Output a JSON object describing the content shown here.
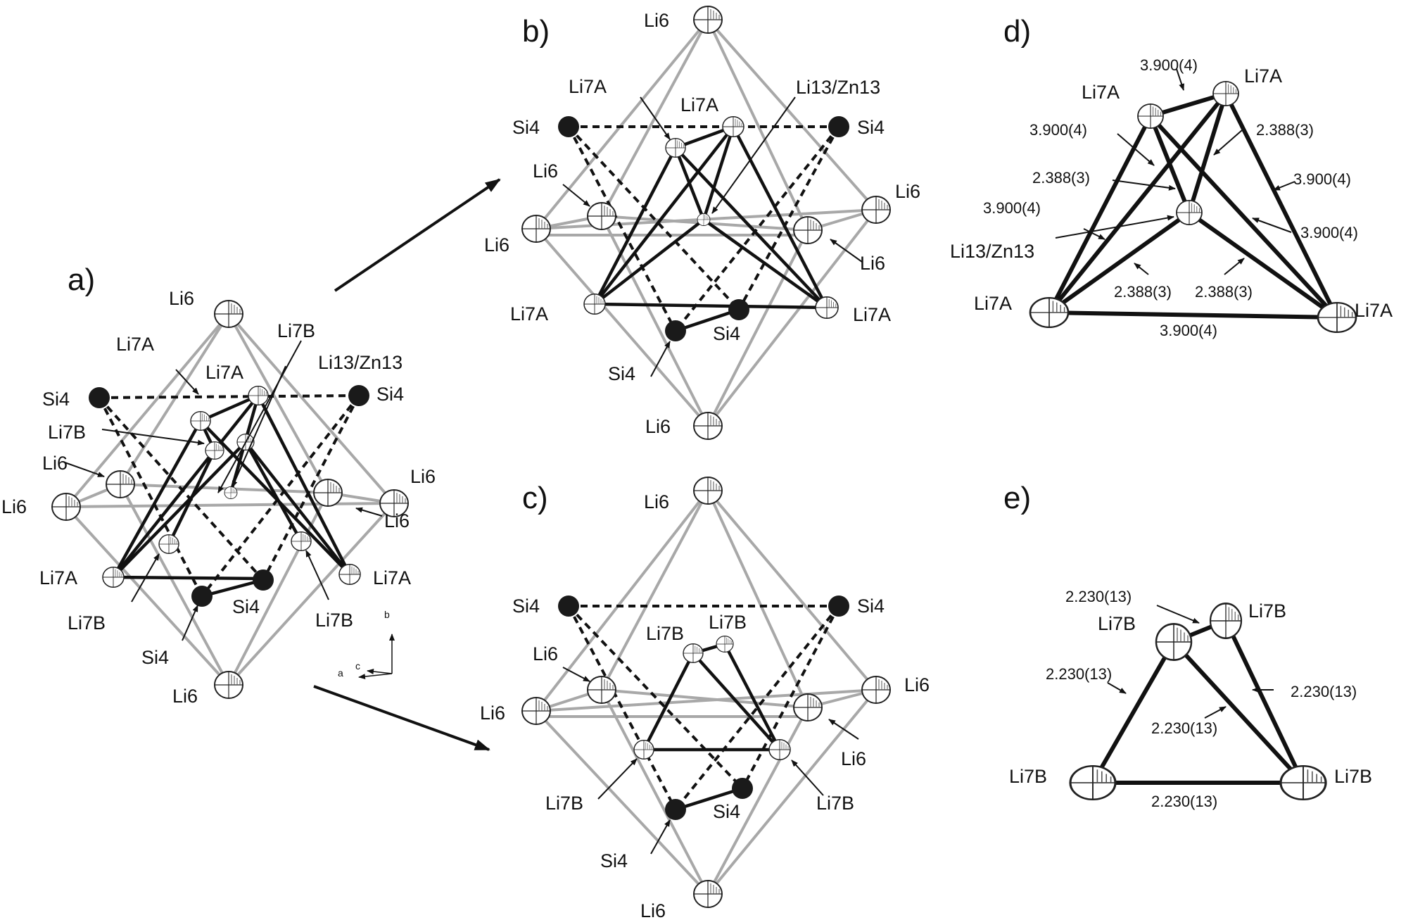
{
  "colors": {
    "grey_bond": "#a8a8a8",
    "black_bond": "#111111",
    "si_atom": "#1a1a1a",
    "ellipsoid_fill": "#ffffff"
  },
  "panels": {
    "a": {
      "label": "a)",
      "atoms": {
        "li6_top": "Li6",
        "li7a_ptr": "Li7A",
        "li7b_top": "Li7B",
        "li7a_mid": "Li7A",
        "li13": "Li13/Zn13",
        "si4_left": "Si4",
        "si4_right": "Si4",
        "li7b_left": "Li7B",
        "li6_ptr": "Li6",
        "li6_left": "Li6",
        "li6_right": "Li6",
        "li6_right2": "Li6",
        "li7a_left": "Li7A",
        "si4_center": "Si4",
        "li7a_right": "Li7A",
        "li7b_bottom_left": "Li7B",
        "li7b_bottom_right": "Li7B",
        "si4_bottom": "Si4",
        "li6_bottom": "Li6"
      },
      "axes": {
        "a": "a",
        "b": "b",
        "c": "c"
      }
    },
    "b": {
      "label": "b)",
      "atoms": {
        "li6_top": "Li6",
        "li7a_ptr": "Li7A",
        "li7a_mid": "Li7A",
        "li13": "Li13/Zn13",
        "si4_left": "Si4",
        "si4_right": "Si4",
        "li6_ptr": "Li6",
        "li6_right": "Li6",
        "li6_left": "Li6",
        "li6_right2": "Li6",
        "li7a_left": "Li7A",
        "li7a_right": "Li7A",
        "si4_center": "Si4",
        "si4_bottom": "Si4",
        "li6_bottom": "Li6"
      }
    },
    "c": {
      "label": "c)",
      "atoms": {
        "li6_top": "Li6",
        "si4_left": "Si4",
        "si4_right": "Si4",
        "li7b_a": "Li7B",
        "li7b_b": "Li7B",
        "li6_ptr": "Li6",
        "li6_left": "Li6",
        "li6_right": "Li6",
        "li6_right2": "Li6",
        "li7b_left": "Li7B",
        "li7b_right": "Li7B",
        "si4_center": "Si4",
        "si4_bottom": "Si4",
        "li6_bottom": "Li6"
      }
    },
    "d": {
      "label": "d)",
      "atoms": {
        "li7a_top": "Li7A",
        "li7a_top_right": "Li7A",
        "li13": "Li13/Zn13",
        "li7a_left": "Li7A",
        "li7a_right": "Li7A"
      },
      "distances": {
        "d1": "3.900(4)",
        "d2": "3.900(4)",
        "d3": "2.388(3)",
        "d4": "2.388(3)",
        "d5": "3.900(4)",
        "d6": "3.900(4)",
        "d7": "3.900(4)",
        "d8": "2.388(3)",
        "d9": "2.388(3)",
        "d10": "3.900(4)"
      }
    },
    "e": {
      "label": "e)",
      "atoms": {
        "li7b_top_left": "Li7B",
        "li7b_top_right": "Li7B",
        "li7b_left": "Li7B",
        "li7b_right": "Li7B"
      },
      "distances": {
        "d1": "2.230(13)",
        "d2": "2.230(13)",
        "d3": "2.230(13)",
        "d4": "2.230(13)",
        "d5": "2.230(13)"
      }
    }
  }
}
